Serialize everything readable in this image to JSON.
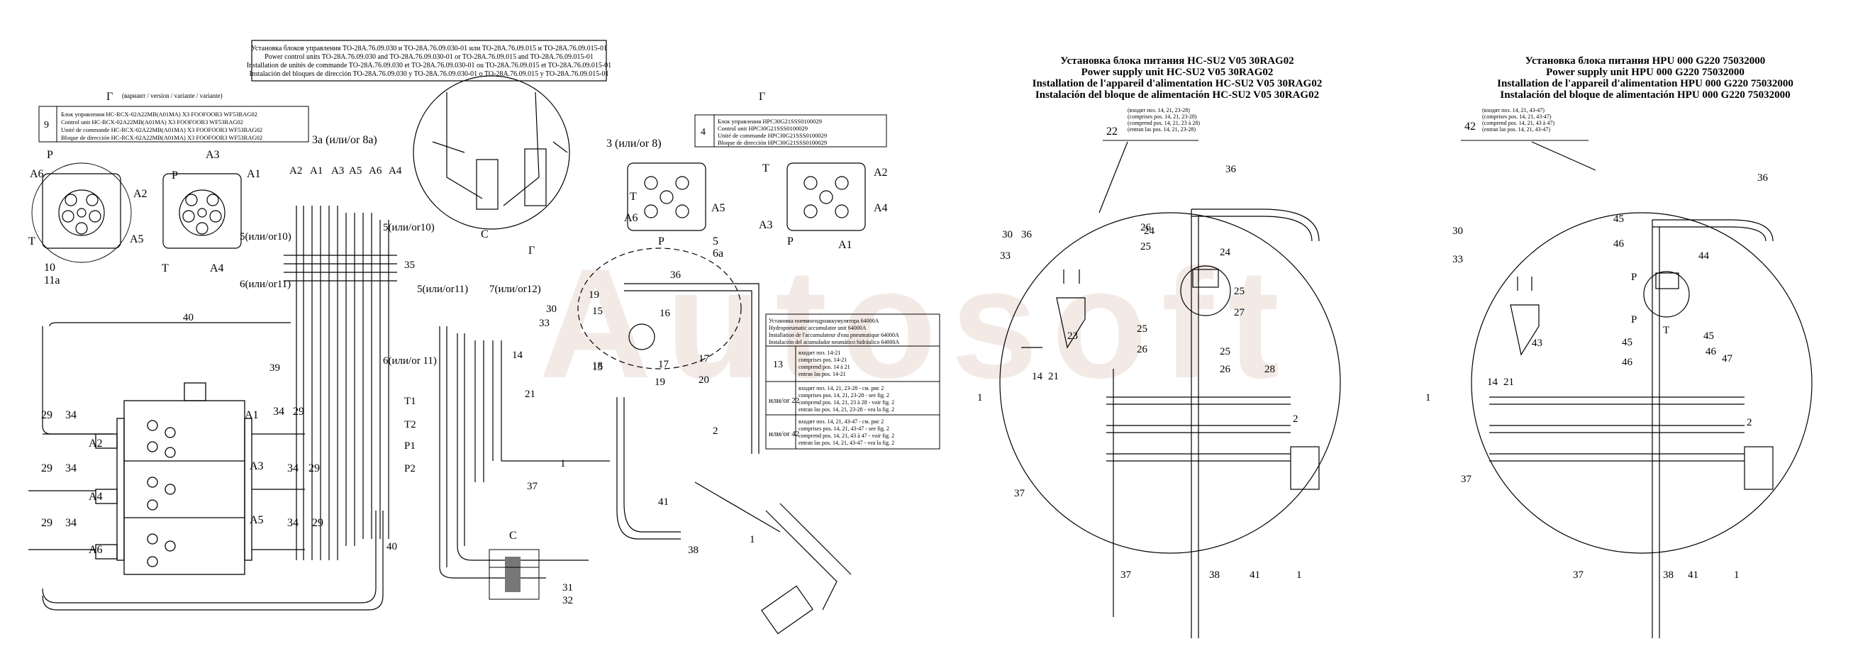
{
  "title_box": {
    "lines": [
      "Установка блоков управления ТО-28А.76.09.030 и ТО-28А.76.09.030-01 или ТО-28А.76.09.015 и ТО-28А.76.09.015-01",
      "Power control units TO-28A.76.09.030 and TO-28A.76.09.030-01 or TO-28A.76.09.015 and TO-28A.76.09.015-01",
      "Installation de unités de commande TO-28A.76.09.030 et TO-28A.76.09.030-01 ou TO-28A.76.09.015 et TO-28A.76.09.015-01",
      "Instalación del bloques de dirección TO-28A.76.09.030 y TO-28A.76.09.030-01 o TO-28A.76.09.015 y TO-28A.76.09.015-01"
    ]
  },
  "view_g_left": {
    "letter": "Г",
    "caption": "(вариант / version / variante / variante)",
    "item_no": "9",
    "lines": [
      "Блок управления HC-RCX-02A22MB(A01MA) X3 FOOFOOR3 WF53RAG02",
      "Control unit HC-RCX-02A22MB(A01MA) X3 FOOFOOR3 WF53RAG02",
      "Unité de commande HC-RCX-02A22MB(A01MA) X3 FOOFOOR3 WF53RAG02",
      "Bloque de dirección HC-RCX-02A22MB(A01MA) X3 FOOFOOR3 WF53RAG02"
    ]
  },
  "view_g_right": {
    "letter": "Г",
    "item_no": "4",
    "lines": [
      "Блок управления HPC30G21SSS0100029",
      "Control unit HPC30G21SSS0100029",
      "Unité de commande HPC30G21SSS0100029",
      "Bloque de dirección HPC30G21SSS0100029"
    ]
  },
  "accumulator_table": {
    "header": [
      "Установка пневмогидроаккумулятора 64000A",
      "Hydropneumatic accumulator unit 64000A",
      "Installation de l'accumulateur d'eau pneumatique 64000A",
      "Instalación del acumulador neumático hidráulico 64000A"
    ],
    "rows": [
      {
        "pos": "13",
        "lines": [
          "входит поз. 14-21",
          "comprises pos. 14-21",
          "comprend pos. 14 à 21",
          "entran las pos. 14-21"
        ]
      },
      {
        "pos": "или/or 22",
        "lines": [
          "входит поз. 14, 21, 23-28 - см. рис 2",
          "comprises pos. 14, 21, 23-28 - see fig. 2",
          "comprend pos. 14, 21, 23 à 28 - voir fig. 2",
          "entran las pos. 14, 21, 23-28 - vea la fig. 2"
        ]
      },
      {
        "pos": "или/or 42",
        "lines": [
          "входит поз. 14, 21, 43-47 - см. рис 2",
          "comprises pos. 14, 21, 43-47 - see fig. 2",
          "comprend pos. 14, 21, 43 à 47 - voir fig. 2",
          "entran las pos. 14, 21, 43-47 - vea la fig. 2"
        ]
      }
    ]
  },
  "power_unit_1": {
    "title": [
      "Установка блока питания HC-SU2 V05 30RAG02",
      "Power supply unit HC-SU2 V05 30RAG02",
      "Installation de l'appareil d'alimentation HC-SU2 V05 30RAG02",
      "Instalación del bloque de alimentación HC-SU2 V05 30RAG02"
    ],
    "pos": "22",
    "note": [
      "(входят поз. 14, 21, 23-28)",
      "(comprises pos. 14, 21, 23-28)",
      "(comprend pos. 14, 21, 23 à 28)",
      "(entran las pos. 14, 21, 23-28)"
    ]
  },
  "power_unit_2": {
    "title": [
      "Установка блока питания HPU 000 G220 75032000",
      "Power supply unit HPU 000 G220 75032000",
      "Installation de l'appareil d'alimentation HPU 000 G220 75032000",
      "Instalación del bloque de alimentación HPU 000 G220 75032000"
    ],
    "pos": "42",
    "note": [
      "(входят поз. 14, 21, 43-47)",
      "(comprises pos. 14, 21, 43-47)",
      "(comprend pos. 14, 21, 43 à 47)",
      "(entran las pos. 14, 21, 43-47)"
    ]
  },
  "labels": {
    "pos_3a": "3а (или/or 8а)",
    "pos_3": "3 (или/or 8)",
    "pos_c": "С",
    "pos_g_arrow": "Г",
    "pos_5_10": "5(или/or10)",
    "pos_6_11": "6(или/or11)",
    "pos_5_11": "5(или/or11)",
    "pos_7_12": "7(или/or12)",
    "pos_6_11b": "6(или/or 11)",
    "pos_10": "10",
    "pos_11a": "11а",
    "pos_5": "5",
    "pos_6a": "6а",
    "pos_35": "35",
    "pos_39": "39",
    "pos_40": "40",
    "pos_37": "37",
    "pos_38": "38",
    "pos_41": "41",
    "pos_36": "36",
    "pos_1": "1",
    "pos_2": "2",
    "pos_31": "31",
    "pos_32": "32",
    "ports_left": [
      "P",
      "A6",
      "T",
      "A2",
      "A3",
      "A1",
      "A5",
      "A4"
    ],
    "ports_row": [
      "A2",
      "A1",
      "A3",
      "A5",
      "A6",
      "A4"
    ],
    "valve_ports": [
      "A1",
      "A2",
      "A3",
      "A4",
      "A5",
      "A6"
    ],
    "fittings": [
      "29",
      "34"
    ],
    "hoses": [
      "T1",
      "T2",
      "P1",
      "P2"
    ],
    "acc_parts": [
      "19",
      "15",
      "16",
      "17",
      "18",
      "20",
      "33",
      "30",
      "14",
      "21"
    ],
    "pu_parts": [
      "24",
      "25",
      "26",
      "27",
      "28",
      "23",
      "43",
      "44",
      "45",
      "46",
      "47"
    ],
    "port_letters": [
      "P",
      "T",
      "Р"
    ]
  }
}
